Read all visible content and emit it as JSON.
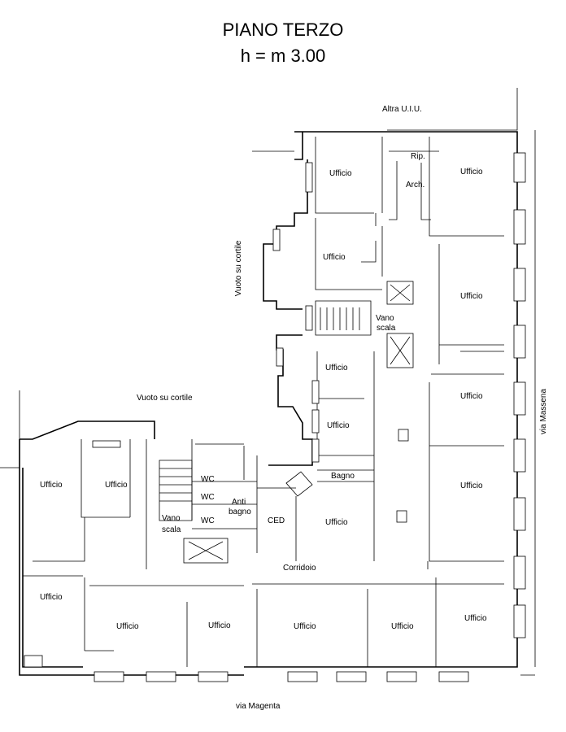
{
  "title": {
    "line1": "PIANO TERZO",
    "line2": "h = m 3.00"
  },
  "outside_labels": {
    "altra_uiu": "Altra U.I.U.",
    "vuoto_cortile_top": "Vuoto su cortile",
    "vuoto_cortile_left": "Vuoto su cortile",
    "via_massena": "via Massena",
    "via_magenta": "via Magenta"
  },
  "rooms": {
    "ufficio": "Ufficio",
    "rip": "Rip.",
    "arch": "Arch.",
    "vano": "Vano",
    "scala": "scala",
    "bagno": "Bagno",
    "wc": "WC",
    "anti": "Anti",
    "bagno2": "bagno",
    "ced": "CED",
    "corridoio": "Corridoio"
  }
}
